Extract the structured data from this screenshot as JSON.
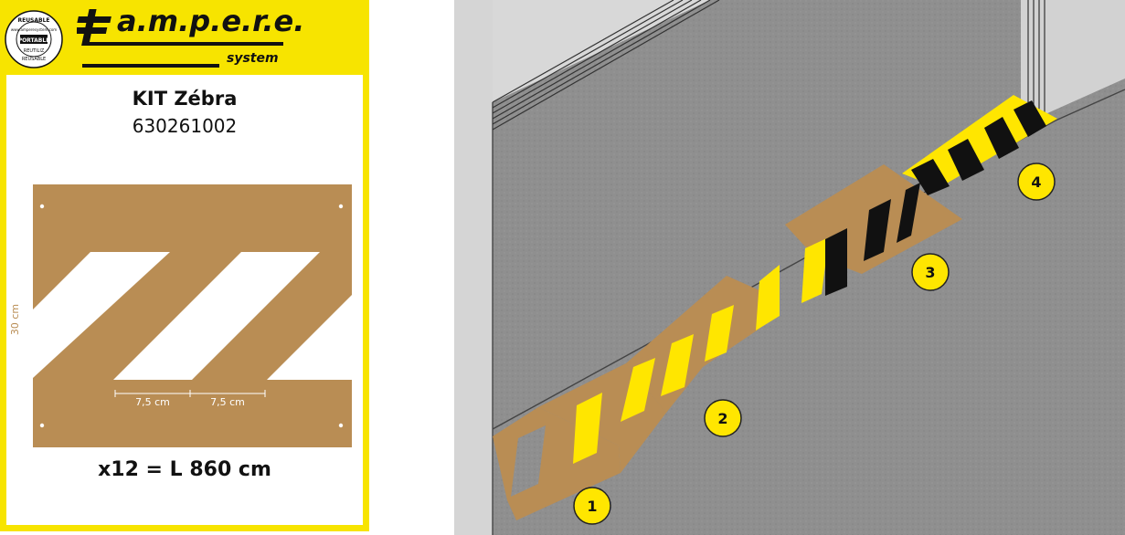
{
  "brand": {
    "name": "a.m.p.e.r.e.",
    "sub": "system",
    "badge_lines": [
      "REUSABLE",
      "www.amperesystem.com",
      "REUTILIZ",
      "REUSABLE"
    ]
  },
  "product": {
    "title": "KIT Zébra",
    "reference": "630261002",
    "total": "x12 = L 860 cm"
  },
  "stencil": {
    "height_label": "30 cm",
    "width_label_1": "7,5 cm",
    "width_label_2": "7,5 cm"
  },
  "steps": [
    "1",
    "2",
    "3",
    "4"
  ],
  "colors": {
    "card_yellow": "#f7e400",
    "stencil_brown": "#b98d54",
    "stripe_yellow": "#ffe600",
    "stripe_black": "#111111",
    "floor_gray": "#8e8e8e",
    "wall_gray": "#b6b6b6"
  }
}
